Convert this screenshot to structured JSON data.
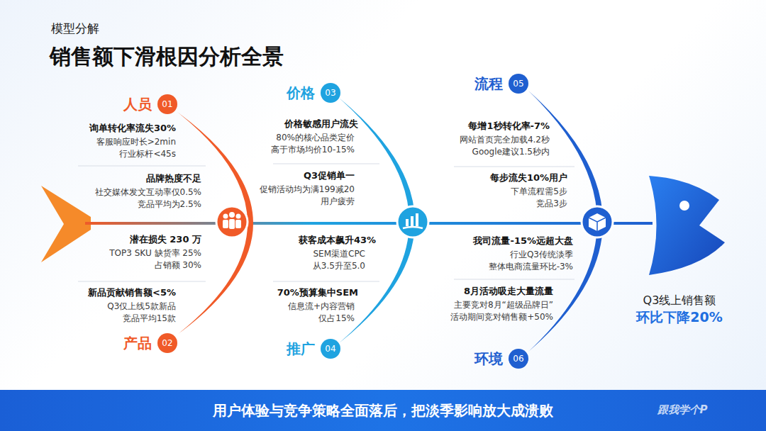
{
  "diagram": {
    "title": "销售额下滑根因分析全景",
    "nodes": [
      {
        "text": [
          "人员",
          "01"
        ]
      },
      {
        "text": [
          "产品",
          "02"
        ]
      },
      {
        "text": [
          "价格",
          "03"
        ]
      },
      {
        "text": [
          "推广",
          "04"
        ]
      },
      {
        "text": [
          "流程",
          "05"
        ]
      },
      {
        "text": [
          "环境",
          "06"
        ]
      },
      {
        "text": [
          "用户体验与竞争策略全面落后，把淡季影响放大成溃败"
        ]
      }
    ],
    "labels": [
      "模型分解",
      "询单转化率流失30%",
      "客服响应时长>2min",
      "行业标杆<45s",
      "品牌热度不足",
      "社交媒体发文互动率仅0.5%",
      "竞品平均为2.5%",
      "潜在损失 230 万",
      "TOP3 SKU 缺货率 25%",
      "占销额 30%",
      "新品贡献销售额<5%",
      "Q3仅上线5款新品",
      "竞品平均15款",
      "价格敏感用户流失",
      "80%的核心品类定价",
      "高于市场均价10-15%",
      "Q3促销单一",
      "促销活动均为满199减20",
      "用户疲劳",
      "获客成本飙升43%",
      "SEM渠道CPC",
      "从3.5升至5.0",
      "70%预算集中SEM",
      "信息流+内容营销",
      "仅占15%",
      "每增1秒转化率-7%",
      "网站首页完全加载4.2秒",
      "Google建议1.5秒内",
      "每步流失10%用户",
      "下单流程需5步",
      "竞品3步",
      "我司流量-15%远超大盘",
      "行业Q3传统淡季",
      "整体电商流量环比-3%",
      "8月活动吸走大量流量",
      "主要竞对8月“超级品牌日”",
      "活动期间竞对销售额+50%",
      "Q3线上销售额",
      "环比下降20%",
      "跟我学个P"
    ]
  }
}
